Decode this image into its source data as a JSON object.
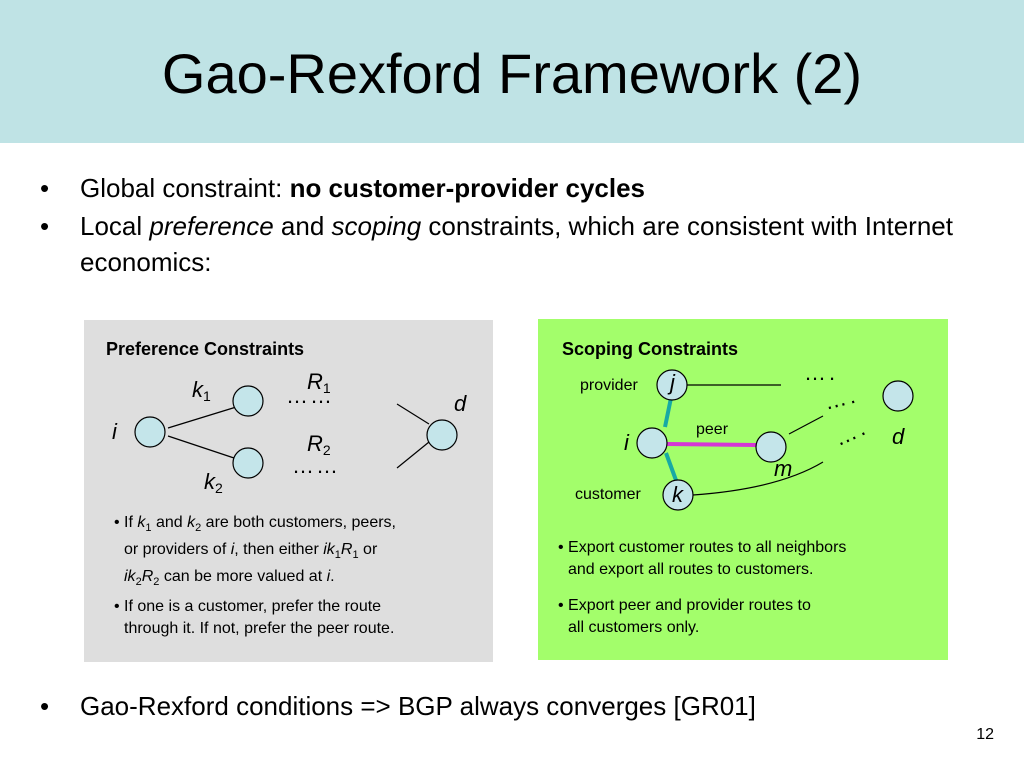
{
  "slide": {
    "title": "Gao-Rexford Framework (2)",
    "page_number": "12"
  },
  "bullets": [
    {
      "prefix": "Global constraint: ",
      "bold": "no customer-provider cycles"
    },
    {
      "t1": "Local ",
      "i1": "preference",
      "t2": " and ",
      "i2": "scoping",
      "t3": " constraints, which are consistent with Internet economics:"
    }
  ],
  "bottom_bullet": "Gao-Rexford conditions => BGP always converges [GR01]",
  "preference_panel": {
    "title": "Preference Constraints",
    "labels": {
      "k1_base": "k",
      "k1_sub": "1",
      "k2_base": "k",
      "k2_sub": "2",
      "i": "i",
      "d": "d",
      "r1_base": "R",
      "r1_sub": "1",
      "r2_base": "R",
      "r2_sub": "2",
      "dots": "……"
    },
    "note1": {
      "a": "• If ",
      "k1": "k",
      "k1s": "1",
      "b": " and ",
      "k2": "k",
      "k2s": "2",
      "c": " are both customers, peers,",
      "d": "or providers of ",
      "i1": "i",
      "e": ", then either ",
      "ik": "ik",
      "iks": "1",
      "r": "R",
      "rs": "1",
      "f": " or",
      "ik2": "ik",
      "ik2s": "2",
      "r2": "R",
      "r2s": "2",
      "g": " can be more valued at ",
      "i2": "i",
      "h": "."
    },
    "note2": {
      "line1": "• If one is a customer, prefer the route",
      "line2": "through it.  If not, prefer the peer route."
    }
  },
  "scoping_panel": {
    "title": "Scoping Constraints",
    "labels": {
      "provider": "provider",
      "peer": "peer",
      "customer": "customer",
      "j": "j",
      "i": "i",
      "k": "k",
      "m": "m",
      "d": "d",
      "dots": "…."
    },
    "note1": {
      "line1": "• Export customer routes to all neighbors",
      "line2": "and export all routes to customers."
    },
    "note2": {
      "line1": "• Export peer and provider routes to",
      "line2": "all customers only."
    }
  },
  "colors": {
    "title_bar": "#bfe3e5",
    "pref_panel": "#dedede",
    "scope_panel": "#a3fe6b",
    "node_fill": "#c4e5ea",
    "provider_customer_link": "#17a9a4",
    "peer_link": "#d535d6"
  }
}
